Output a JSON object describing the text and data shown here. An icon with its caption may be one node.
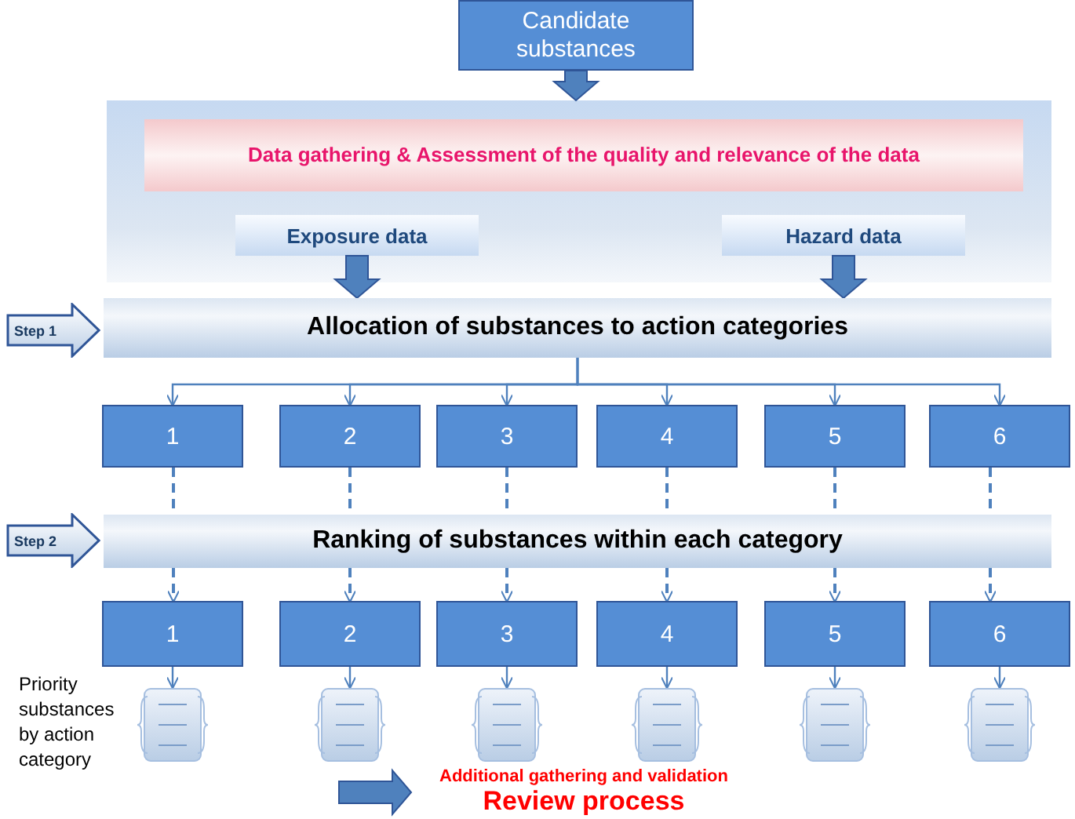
{
  "diagram": {
    "nodes": [
      {
        "text": [
          "Candidate substances"
        ]
      },
      {
        "text": [],
        "shape": "box"
      },
      {
        "text": [
          "Data gathering & Assessment of the quality and relevance of the data"
        ],
        "in": 1
      },
      {
        "text": [
          "Exposure data"
        ],
        "in": 1
      },
      {
        "text": [
          "Hazard data"
        ],
        "in": 1
      },
      {
        "text": [
          "Step 1"
        ]
      },
      {
        "text": [
          "Allocation of substances to action categories"
        ]
      },
      {
        "text": [
          "1"
        ]
      },
      {
        "text": [
          "2"
        ]
      },
      {
        "text": [
          "3"
        ]
      },
      {
        "text": [
          "4"
        ]
      },
      {
        "text": [
          "5"
        ]
      },
      {
        "text": [
          "6"
        ]
      },
      {
        "text": [
          "Step 2"
        ]
      },
      {
        "text": [
          "Ranking of substances within each category"
        ]
      },
      {
        "text": [
          "1"
        ]
      },
      {
        "text": [
          "2"
        ]
      },
      {
        "text": [
          "3"
        ]
      },
      {
        "text": [
          "4"
        ]
      },
      {
        "text": [
          "5"
        ]
      },
      {
        "text": [
          "6"
        ]
      },
      {
        "text": [],
        "shape": "box"
      },
      {
        "text": [],
        "shape": "box"
      },
      {
        "text": [],
        "shape": "box"
      },
      {
        "text": [],
        "shape": "box"
      },
      {
        "text": [],
        "shape": "box"
      },
      {
        "text": [],
        "shape": "box"
      },
      {
        "text": [
          "Additional gathering and validation",
          "Review process"
        ]
      }
    ],
    "edges": [
      {
        "from": 0,
        "to": 1,
        "arrow": "to",
        "style": "thick"
      },
      {
        "from": 3,
        "to": 6,
        "arrow": "to",
        "style": "thick"
      },
      {
        "from": 4,
        "to": 6,
        "arrow": "to",
        "style": "thick"
      },
      {
        "from": 6,
        "to": 7,
        "arrow": "to"
      },
      {
        "from": 6,
        "to": 8,
        "arrow": "to"
      },
      {
        "from": 6,
        "to": 9,
        "arrow": "to"
      },
      {
        "from": 6,
        "to": 10,
        "arrow": "to"
      },
      {
        "from": 6,
        "to": 11,
        "arrow": "to"
      },
      {
        "from": 6,
        "to": 12,
        "arrow": "to"
      },
      {
        "from": 7,
        "to": 14,
        "arrow": "none",
        "style": "dashed"
      },
      {
        "from": 14,
        "to": 15,
        "arrow": "to",
        "style": "dashed"
      },
      {
        "from": 8,
        "to": 14,
        "arrow": "none",
        "style": "dashed"
      },
      {
        "from": 14,
        "to": 16,
        "arrow": "to",
        "style": "dashed"
      },
      {
        "from": 9,
        "to": 14,
        "arrow": "none",
        "style": "dashed"
      },
      {
        "from": 14,
        "to": 17,
        "arrow": "to",
        "style": "dashed"
      },
      {
        "from": 10,
        "to": 14,
        "arrow": "none",
        "style": "dashed"
      },
      {
        "from": 14,
        "to": 18,
        "arrow": "to",
        "style": "dashed"
      },
      {
        "from": 11,
        "to": 14,
        "arrow": "none",
        "style": "dashed"
      },
      {
        "from": 14,
        "to": 19,
        "arrow": "to",
        "style": "dashed"
      },
      {
        "from": 12,
        "to": 14,
        "arrow": "none",
        "style": "dashed"
      },
      {
        "from": 14,
        "to": 20,
        "arrow": "to",
        "style": "dashed"
      },
      {
        "from": 15,
        "to": 21,
        "arrow": "to"
      },
      {
        "from": 16,
        "to": 22,
        "arrow": "to"
      },
      {
        "from": 17,
        "to": 23,
        "arrow": "to"
      },
      {
        "from": 18,
        "to": 24,
        "arrow": "to"
      },
      {
        "from": 19,
        "to": 25,
        "arrow": "to"
      },
      {
        "from": 20,
        "to": 26,
        "arrow": "to"
      },
      {
        "from": null,
        "to": 27,
        "arrow": "to",
        "style": "thick"
      }
    ],
    "labels": [
      "Priority substances by action category"
    ]
  }
}
